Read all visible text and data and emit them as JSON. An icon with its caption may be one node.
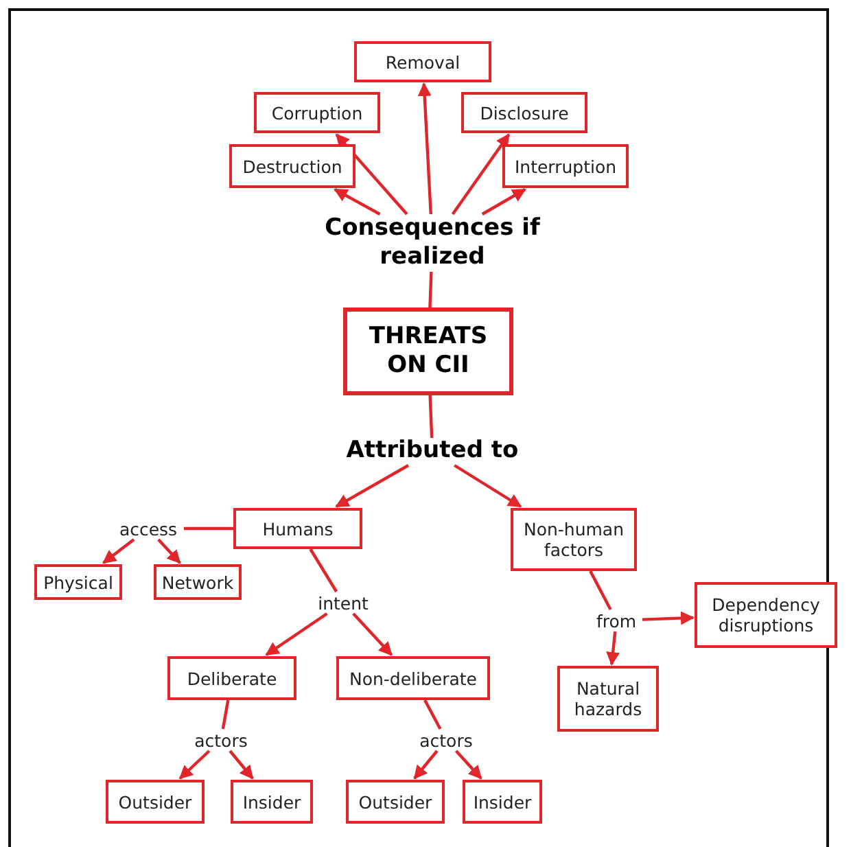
{
  "diagram": {
    "nodes": [
      {
        "text": [
          "Removal"
        ]
      },
      {
        "text": [
          "Corruption"
        ]
      },
      {
        "text": [
          "Disclosure"
        ]
      },
      {
        "text": [
          "Destruction"
        ]
      },
      {
        "text": [
          "Interruption"
        ]
      },
      {
        "text": [
          "Consequences if realized"
        ]
      },
      {
        "text": [
          "THREATS ON CII"
        ]
      },
      {
        "text": [
          "Attributed to"
        ]
      },
      {
        "text": [
          "Humans"
        ]
      },
      {
        "text": [
          "Non-human factors"
        ]
      },
      {
        "text": [
          "access"
        ]
      },
      {
        "text": [
          "Physical"
        ]
      },
      {
        "text": [
          "Network"
        ]
      },
      {
        "text": [
          "intent"
        ]
      },
      {
        "text": [
          "Deliberate"
        ]
      },
      {
        "text": [
          "Non-deliberate"
        ]
      },
      {
        "text": [
          "from"
        ]
      },
      {
        "text": [
          "Dependency disruptions"
        ]
      },
      {
        "text": [
          "Natural hazards"
        ]
      },
      {
        "text": [
          "actors"
        ]
      },
      {
        "text": [
          "actors"
        ]
      },
      {
        "text": [
          "Outsider"
        ]
      },
      {
        "text": [
          "Insider"
        ]
      },
      {
        "text": [
          "Outsider"
        ]
      },
      {
        "text": [
          "Insider"
        ]
      }
    ],
    "edges": [
      {
        "from": 5,
        "to": 3,
        "arrow": "to"
      },
      {
        "from": 5,
        "to": 1,
        "arrow": "to"
      },
      {
        "from": 5,
        "to": 0,
        "arrow": "to"
      },
      {
        "from": 5,
        "to": 2,
        "arrow": "to"
      },
      {
        "from": 5,
        "to": 4,
        "arrow": "to"
      },
      {
        "from": 6,
        "to": 5,
        "arrow": "none"
      },
      {
        "from": 6,
        "to": 7,
        "arrow": "none"
      },
      {
        "from": 7,
        "to": 8,
        "arrow": "to"
      },
      {
        "from": 7,
        "to": 9,
        "arrow": "to"
      },
      {
        "from": 8,
        "to": 10,
        "arrow": "none"
      },
      {
        "from": 10,
        "to": 11,
        "arrow": "to"
      },
      {
        "from": 10,
        "to": 12,
        "arrow": "to"
      },
      {
        "from": 8,
        "to": 13,
        "arrow": "none"
      },
      {
        "from": 13,
        "to": 14,
        "arrow": "to"
      },
      {
        "from": 13,
        "to": 15,
        "arrow": "to"
      },
      {
        "from": 9,
        "to": 16,
        "arrow": "none"
      },
      {
        "from": 16,
        "to": 17,
        "arrow": "to"
      },
      {
        "from": 16,
        "to": 18,
        "arrow": "to"
      },
      {
        "from": 14,
        "to": 19,
        "arrow": "none"
      },
      {
        "from": 19,
        "to": 21,
        "arrow": "to"
      },
      {
        "from": 19,
        "to": 22,
        "arrow": "to"
      },
      {
        "from": 15,
        "to": 20,
        "arrow": "none"
      },
      {
        "from": 20,
        "to": 23,
        "arrow": "to"
      },
      {
        "from": 20,
        "to": 24,
        "arrow": "to"
      }
    ]
  }
}
